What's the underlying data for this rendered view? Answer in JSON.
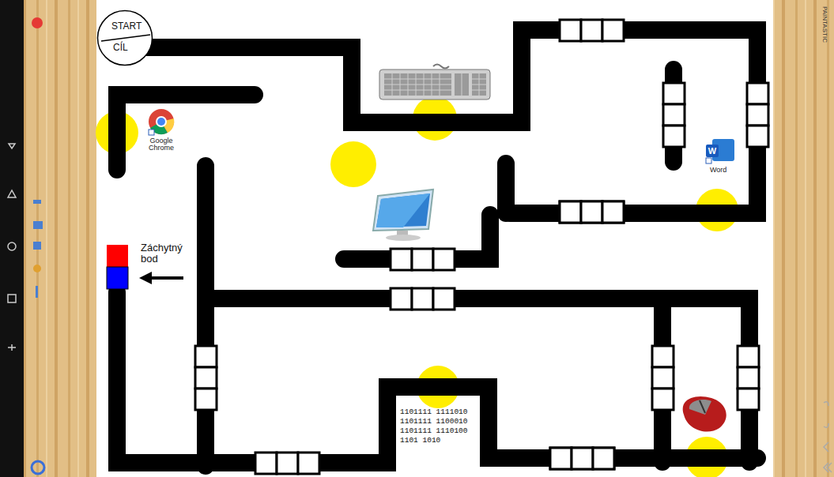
{
  "diagram": {
    "nodes": [
      {
        "text": [
          "START",
          "CÍL"
        ]
      }
    ],
    "labels": [
      "Google Chrome",
      "Word",
      "Záchytný bod",
      "1101111 1111010",
      "1101111 1100010",
      "1101111 1110100",
      "1101 1010",
      "PAINTASTIC"
    ]
  }
}
